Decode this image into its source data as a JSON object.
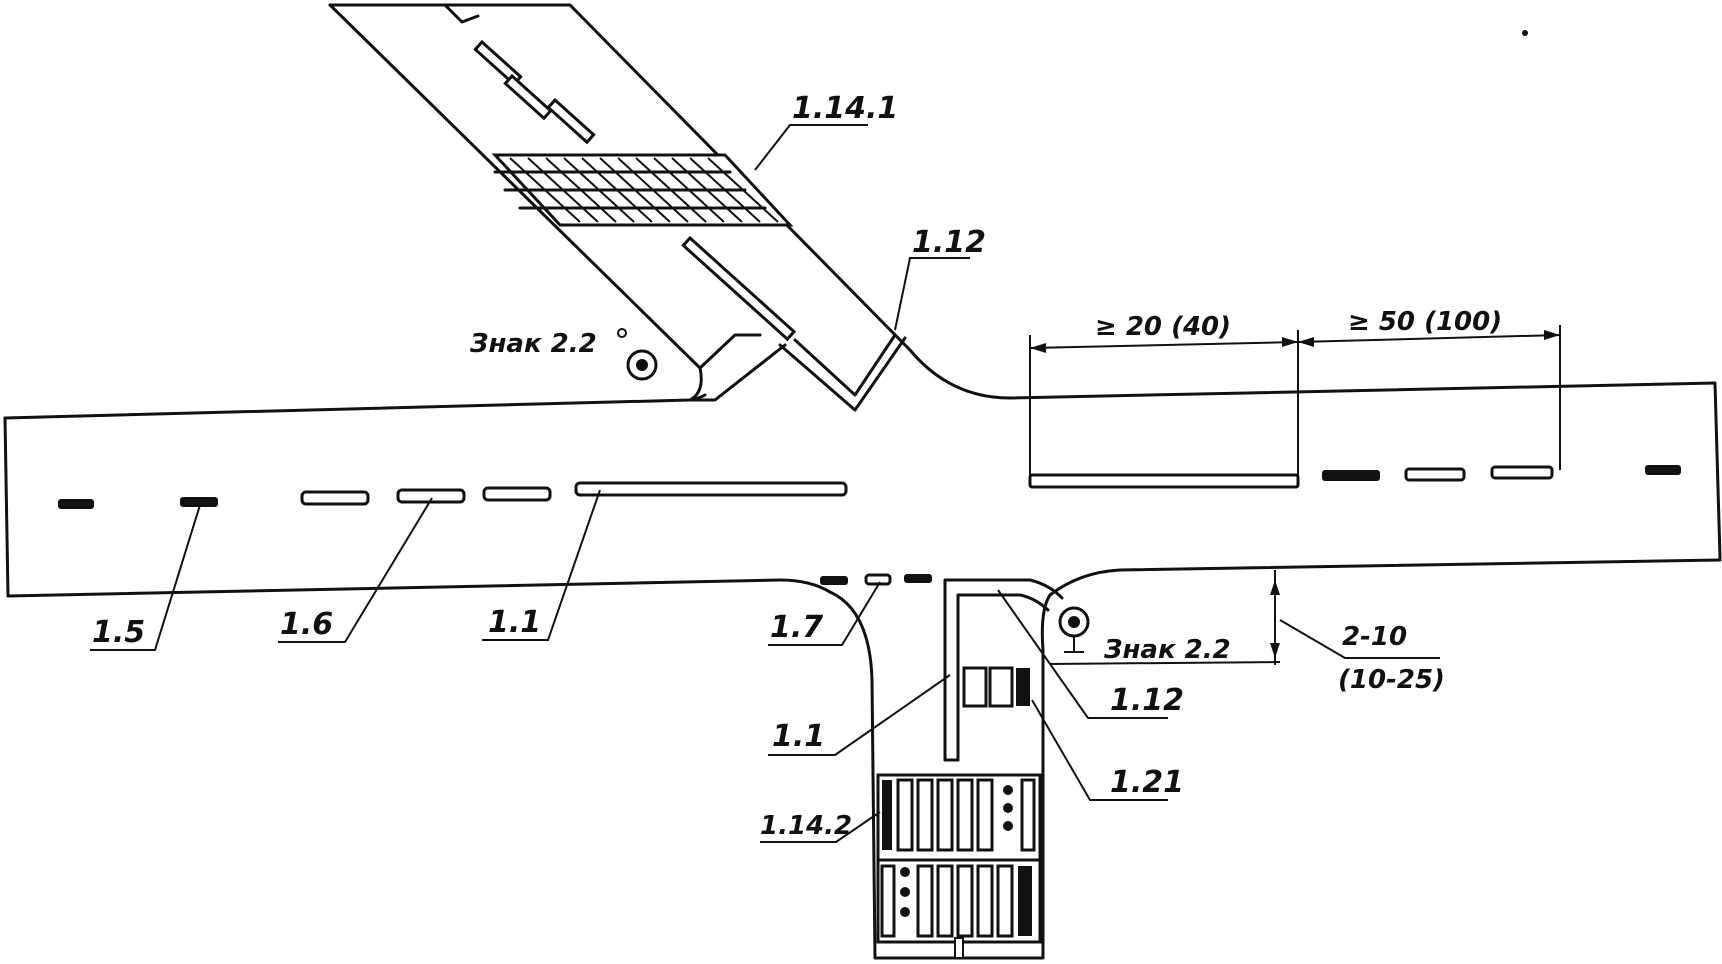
{
  "labels": {
    "m_1_14_1": "1.14.1",
    "m_1_12_top": "1.12",
    "sign_top": "Знак 2.2",
    "dim_20": "≥ 20 (40)",
    "dim_50": "≥ 50 (100)",
    "m_1_5": "1.5",
    "m_1_6": "1.6",
    "m_1_1_main": "1.1",
    "m_1_7": "1.7",
    "sign_bottom": "Знак 2.2",
    "dim_2_10": "2-10",
    "dim_10_25": "(10-25)",
    "m_1_1_side": "1.1",
    "m_1_12_bottom": "1.12",
    "m_1_21": "1.21",
    "m_1_14_2": "1.14.2"
  }
}
